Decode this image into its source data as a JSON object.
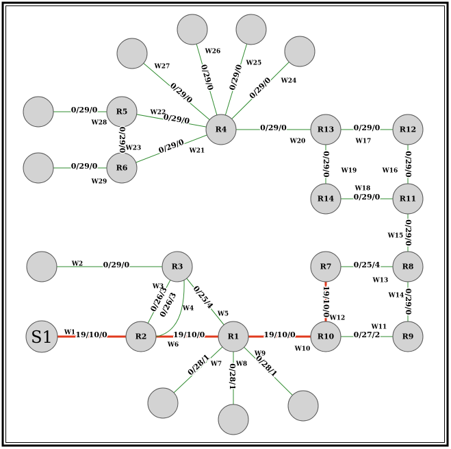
{
  "colors": {
    "green": "#2e8b2e",
    "red": "#e03a1e",
    "node_fill": "#d3d3d3",
    "frame": "#000000"
  },
  "nodes": [
    {
      "id": "R1",
      "label": "R1"
    },
    {
      "id": "R2",
      "label": "R2"
    },
    {
      "id": "R3",
      "label": "R3"
    },
    {
      "id": "R4",
      "label": "R4"
    },
    {
      "id": "R5",
      "label": "R5"
    },
    {
      "id": "R6",
      "label": "R6"
    },
    {
      "id": "R7",
      "label": "R7"
    },
    {
      "id": "R8",
      "label": "R8"
    },
    {
      "id": "R9",
      "label": "R9"
    },
    {
      "id": "R10",
      "label": "R10"
    },
    {
      "id": "R11",
      "label": "R11"
    },
    {
      "id": "R12",
      "label": "R12"
    },
    {
      "id": "R13",
      "label": "R13"
    },
    {
      "id": "R14",
      "label": "R14"
    },
    {
      "id": "S1",
      "label": "S1"
    },
    {
      "id": "U1",
      "label": ""
    },
    {
      "id": "U2",
      "label": ""
    },
    {
      "id": "U3",
      "label": ""
    },
    {
      "id": "U4",
      "label": ""
    },
    {
      "id": "U5",
      "label": ""
    },
    {
      "id": "U6",
      "label": ""
    },
    {
      "id": "U7",
      "label": ""
    },
    {
      "id": "U8",
      "label": ""
    },
    {
      "id": "U9",
      "label": ""
    },
    {
      "id": "U10",
      "label": ""
    },
    {
      "id": "U11",
      "label": ""
    }
  ],
  "edges": [
    {
      "from": "S1",
      "to": "R2",
      "label": "19/10/0",
      "link": "W1",
      "color": "red"
    },
    {
      "from": "R2",
      "to": "R1",
      "label": "19/10/0",
      "link": "W6",
      "color": "red"
    },
    {
      "from": "R1",
      "to": "R10",
      "label": "19/10/0",
      "link": "W10",
      "color": "red"
    },
    {
      "from": "R10",
      "to": "R7",
      "label": "19/10/0",
      "link": "W12",
      "color": "red"
    },
    {
      "from": "U4",
      "to": "R3",
      "label": "0/29/0",
      "link": "W2",
      "color": "green"
    },
    {
      "from": "R3",
      "to": "R2",
      "label": "0/26/3",
      "link": "W3",
      "color": "green"
    },
    {
      "from": "R3",
      "to": "R2",
      "label": "0/26/3",
      "link": "W4",
      "color": "green",
      "curved": true
    },
    {
      "from": "R3",
      "to": "R1",
      "label": "0/25/4",
      "link": "W5",
      "color": "green"
    },
    {
      "from": "R1",
      "to": "U5",
      "label": "0/28/1",
      "link": "W7",
      "color": "green"
    },
    {
      "from": "R1",
      "to": "U6",
      "label": "0/28/1",
      "link": "W8",
      "color": "green"
    },
    {
      "from": "R1",
      "to": "U7",
      "label": "0/28/1",
      "link": "W9",
      "color": "green"
    },
    {
      "from": "R10",
      "to": "R9",
      "label": "0/27/2",
      "link": "W11",
      "color": "green"
    },
    {
      "from": "R7",
      "to": "R8",
      "label": "0/25/4",
      "link": "W13",
      "color": "green"
    },
    {
      "from": "R8",
      "to": "R9",
      "label": "0/29/0",
      "link": "W14",
      "color": "green"
    },
    {
      "from": "R11",
      "to": "R8",
      "label": "0/29/0",
      "link": "W15",
      "color": "green"
    },
    {
      "from": "R12",
      "to": "R11",
      "label": "0/29/0",
      "link": "W16",
      "color": "green"
    },
    {
      "from": "R13",
      "to": "R12",
      "label": "0/29/0",
      "link": "W17",
      "color": "green"
    },
    {
      "from": "R14",
      "to": "R11",
      "label": "0/29/0",
      "link": "W18",
      "color": "green"
    },
    {
      "from": "R13",
      "to": "R14",
      "label": "0/29/0",
      "link": "W19",
      "color": "green"
    },
    {
      "from": "R4",
      "to": "R13",
      "label": "0/29/0",
      "link": "W20",
      "color": "green"
    },
    {
      "from": "R6",
      "to": "R4",
      "label": "0/29/0",
      "link": "W21",
      "color": "green"
    },
    {
      "from": "R5",
      "to": "R4",
      "label": "0/29/0",
      "link": "W22",
      "color": "green"
    },
    {
      "from": "R5",
      "to": "R6",
      "label": "0/29/0",
      "link": "W23",
      "color": "green"
    },
    {
      "from": "R4",
      "to": "U11",
      "label": "0/29/0",
      "link": "W24",
      "color": "green"
    },
    {
      "from": "R4",
      "to": "U10",
      "label": "0/29/0",
      "link": "W25",
      "color": "green"
    },
    {
      "from": "R4",
      "to": "U9",
      "label": "0/29/0",
      "link": "W26",
      "color": "green"
    },
    {
      "from": "R4",
      "to": "U8",
      "label": "0/29/0",
      "link": "W27",
      "color": "green"
    },
    {
      "from": "U1",
      "to": "R5",
      "label": "0/29/0",
      "link": "W28",
      "color": "green"
    },
    {
      "from": "U2",
      "to": "R6",
      "label": "0/29/0",
      "link": "W29",
      "color": "green"
    }
  ]
}
